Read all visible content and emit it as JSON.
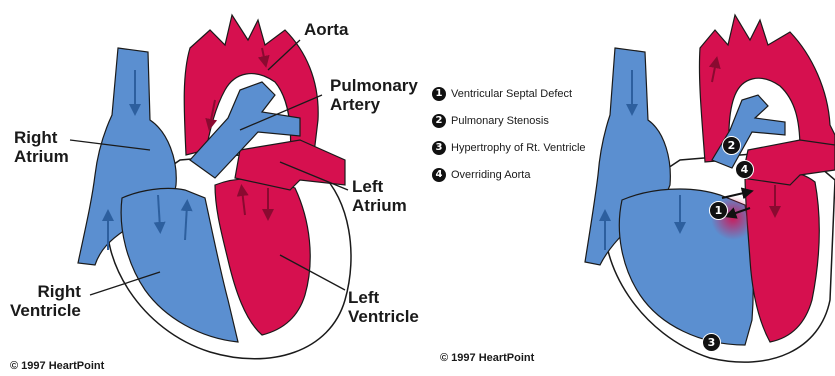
{
  "colors": {
    "blue": "#5b8fd0",
    "red": "#d6104f",
    "dark_red": "#a80a3b",
    "outline": "#1a1a1a"
  },
  "left_diagram": {
    "labels": {
      "aorta": "Aorta",
      "pulmonary_artery": [
        "Pulmonary",
        "Artery"
      ],
      "right_atrium": [
        "Right",
        "Atrium"
      ],
      "left_atrium": [
        "Left",
        "Atrium"
      ],
      "right_ventricle": [
        "Right",
        "Ventricle"
      ],
      "left_ventricle": [
        "Left",
        "Ventricle"
      ]
    },
    "copyright": "© 1997 HeartPoint"
  },
  "legend": [
    {
      "num": "1",
      "text": "Ventricular Septal Defect"
    },
    {
      "num": "2",
      "text": "Pulmonary Stenosis"
    },
    {
      "num": "3",
      "text": "Hypertrophy of Rt. Ventricle"
    },
    {
      "num": "4",
      "text": "Overriding Aorta"
    }
  ],
  "right_diagram": {
    "markers": [
      "1",
      "2",
      "3",
      "4"
    ],
    "copyright": "© 1997 HeartPoint"
  }
}
